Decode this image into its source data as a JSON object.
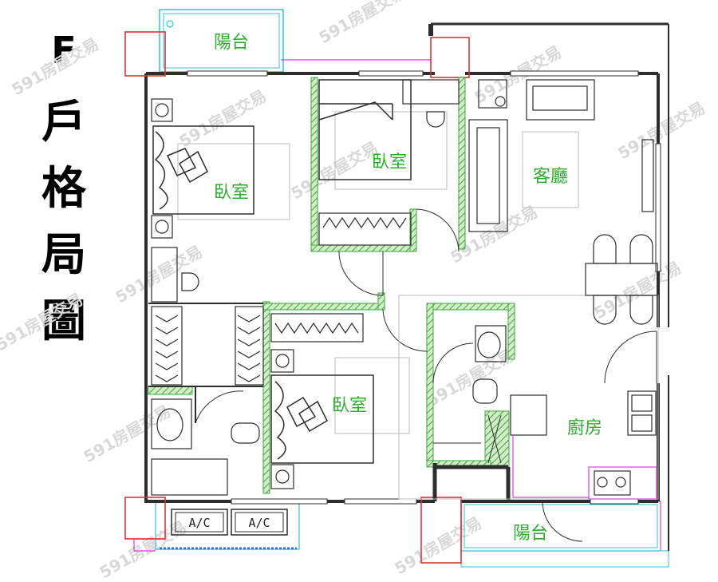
{
  "title": {
    "letter": "F",
    "chars": [
      "戶",
      "格",
      "局",
      "圖"
    ]
  },
  "rooms": {
    "balcony_top": "陽台",
    "bedroom_left": "臥室",
    "bedroom_mid": "臥室",
    "living_room": "客廳",
    "bedroom_lower": "臥室",
    "kitchen": "廚房",
    "balcony_bottom": "陽台"
  },
  "ac_units": [
    "A/C",
    "A/C"
  ],
  "watermark": "591房屋交易",
  "colors": {
    "wall": "#2d2d2d",
    "partition_fill": "#cfe8c4",
    "partition_hatch": "#3aa83a",
    "column": "#e23030",
    "label": "#2eae2e",
    "cyan_line": "#25c9d6",
    "magenta_line": "#d83fd8"
  }
}
